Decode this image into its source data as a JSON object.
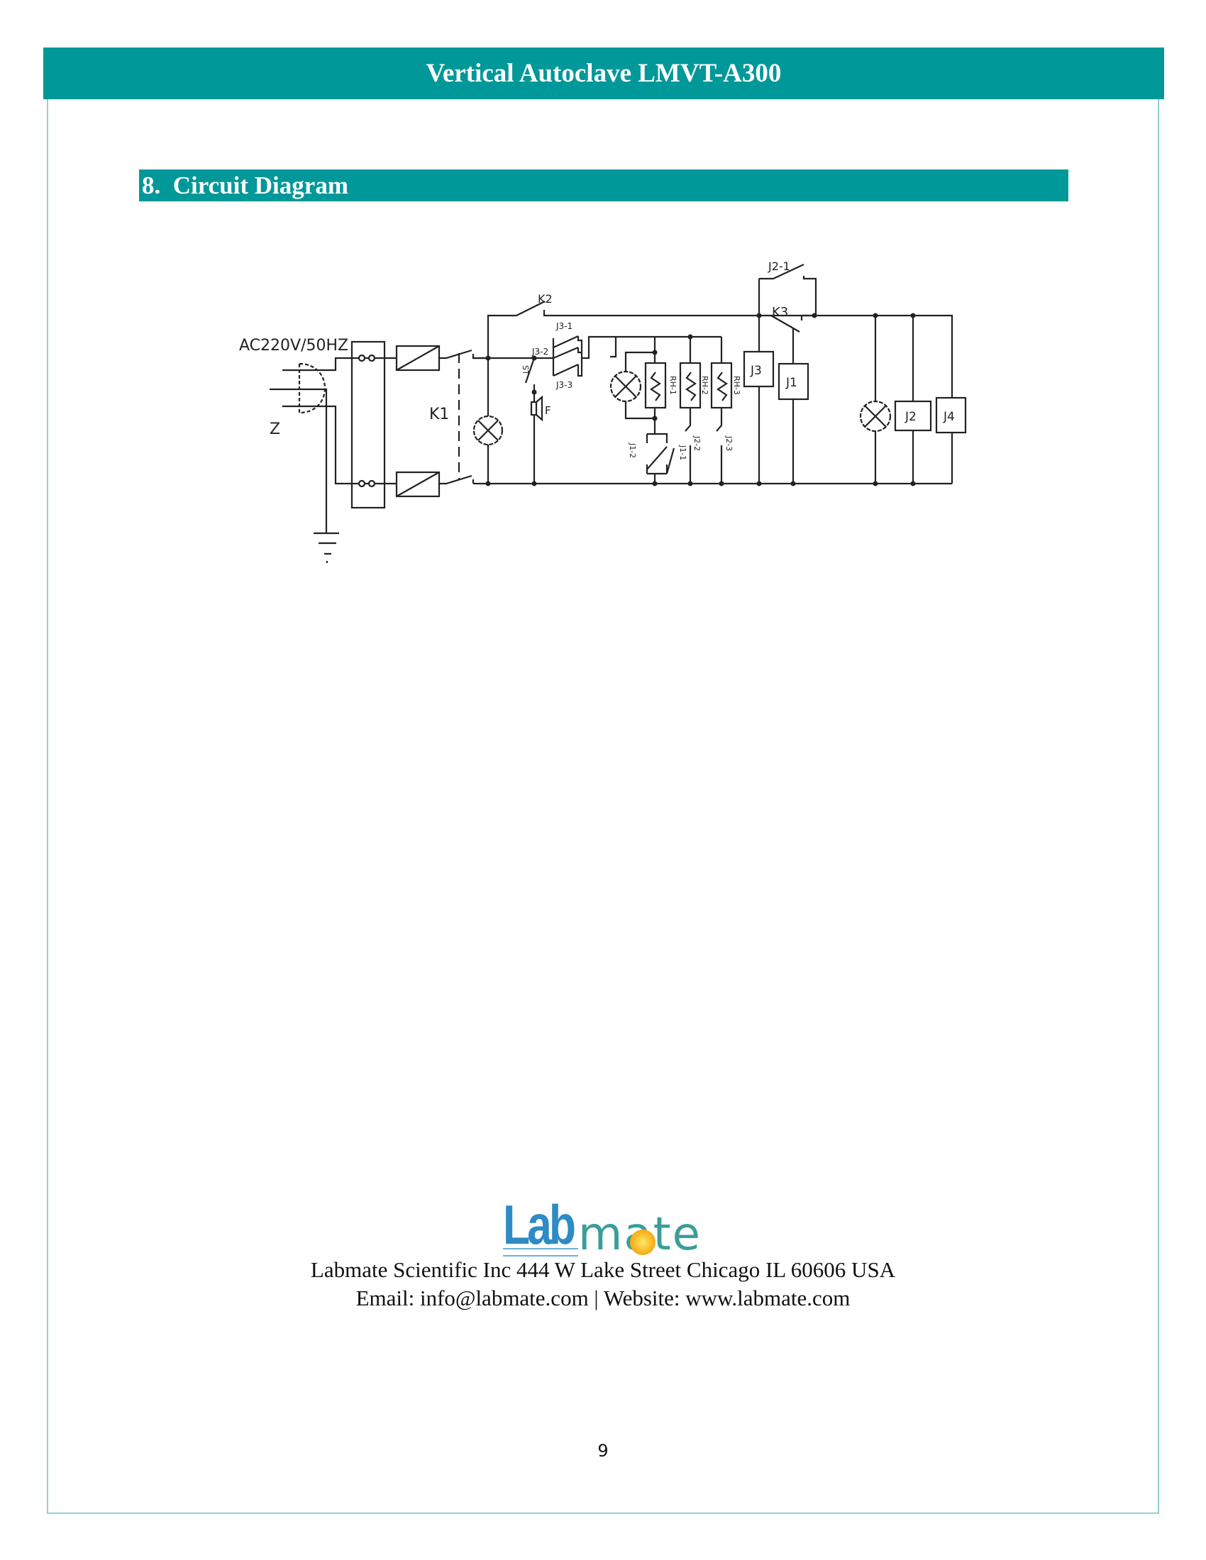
{
  "header": {
    "title": "Vertical Autoclave LMVT-A300"
  },
  "section": {
    "title": "8.  Circuit Diagram"
  },
  "diagram": {
    "labels": {
      "power": "AC220V/50HZ",
      "plug": "Z",
      "k1": "K1",
      "k2": "K2",
      "k3": "K3",
      "j2_1": "J2-1",
      "j3_1": "J3-1",
      "j3_2": "J3-2",
      "j3_3": "J3-3",
      "st": "ST",
      "buzzer": "F",
      "rh_1": "RH-1",
      "rh_2": "RH-2",
      "rh_3": "RH-3",
      "j1_1": "J1-1",
      "j1_2": "J1-2",
      "j2_2": "J2-2",
      "j2_3": "J2-3",
      "j3": "J3",
      "j1": "J1",
      "j2": "J2",
      "j4": "J4"
    }
  },
  "logo": {
    "part1": "Lab",
    "part2": "mate"
  },
  "footer": {
    "address": "Labmate Scientific Inc 444 W Lake Street Chicago IL 60606 USA",
    "contact": "Email: info@labmate.com | Website: www.labmate.com"
  },
  "page_number": "9",
  "colors": {
    "accent": "#009899",
    "border": "#8fd3d3",
    "logo_blue": "#2e8bc4",
    "logo_teal": "#3a9e98"
  }
}
